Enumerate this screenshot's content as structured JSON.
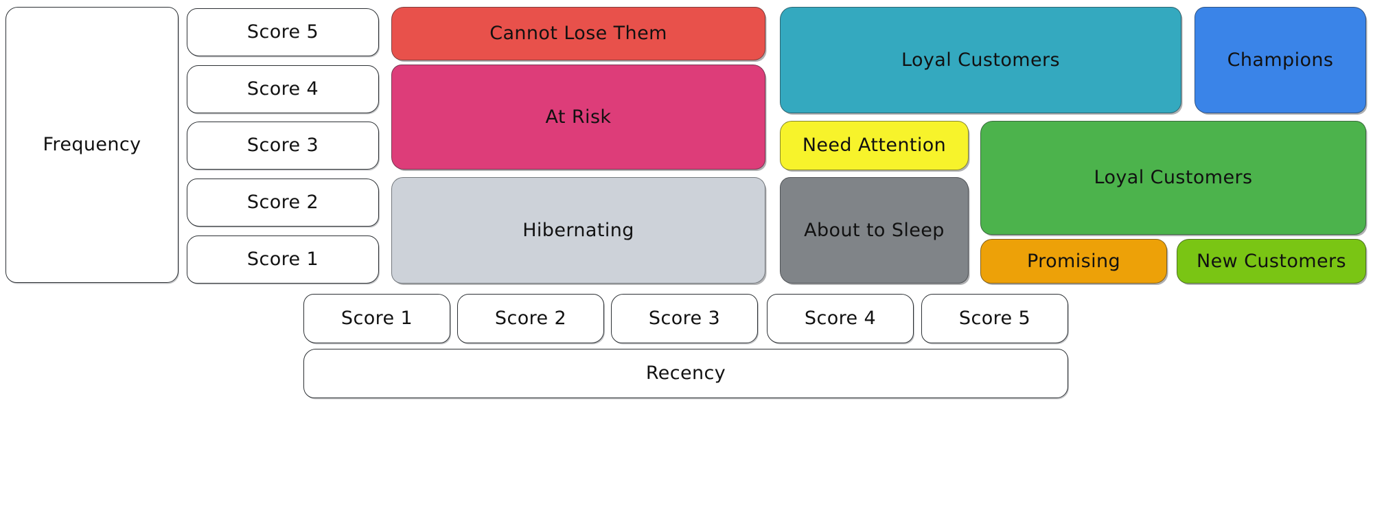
{
  "diagram": {
    "type": "rfm-segmentation-matrix",
    "axes": {
      "y_axis_label": "Frequency",
      "x_axis_label": "Recency",
      "y_scores": [
        "Score 5",
        "Score 4",
        "Score 3",
        "Score 2",
        "Score 1"
      ],
      "x_scores": [
        "Score 1",
        "Score 2",
        "Score 3",
        "Score 4",
        "Score 5"
      ]
    },
    "segments": [
      {
        "name": "Cannot Lose Them",
        "color": "#e8514b",
        "recency_scores": [
          "Score 1",
          "Score 2"
        ],
        "frequency_scores": [
          "Score 5"
        ]
      },
      {
        "name": "At Risk",
        "color": "#dd3d79",
        "recency_scores": [
          "Score 1",
          "Score 2"
        ],
        "frequency_scores": [
          "Score 4",
          "Score 3"
        ]
      },
      {
        "name": "Hibernating",
        "color": "#cdd2d9",
        "recency_scores": [
          "Score 1",
          "Score 2"
        ],
        "frequency_scores": [
          "Score 2",
          "Score 1"
        ]
      },
      {
        "name": "Loyal Customers",
        "color": "#34a9bf",
        "recency_scores": [
          "Score 3",
          "Score 4"
        ],
        "frequency_scores": [
          "Score 5",
          "Score 4"
        ]
      },
      {
        "name": "Champions",
        "color": "#3a84e8",
        "recency_scores": [
          "Score 5"
        ],
        "frequency_scores": [
          "Score 5",
          "Score 4"
        ]
      },
      {
        "name": "Need Attention",
        "color": "#f7f32b",
        "recency_scores": [
          "Score 3"
        ],
        "frequency_scores": [
          "Score 3"
        ]
      },
      {
        "name": "Loyal Customers",
        "color": "#4cb34c",
        "recency_scores": [
          "Score 4",
          "Score 5"
        ],
        "frequency_scores": [
          "Score 3",
          "Score 2"
        ]
      },
      {
        "name": "About to Sleep",
        "color": "#808488",
        "recency_scores": [
          "Score 3"
        ],
        "frequency_scores": [
          "Score 2",
          "Score 1"
        ]
      },
      {
        "name": "Promising",
        "color": "#eda108",
        "recency_scores": [
          "Score 4"
        ],
        "frequency_scores": [
          "Score 1"
        ]
      },
      {
        "name": "New Customers",
        "color": "#7ac514",
        "recency_scores": [
          "Score 5"
        ],
        "frequency_scores": [
          "Score 1"
        ]
      }
    ]
  },
  "frequency_axis": {
    "title": "Frequency",
    "score_5": "Score 5",
    "score_4": "Score 4",
    "score_3": "Score 3",
    "score_2": "Score 2",
    "score_1": "Score 1"
  },
  "recency_axis": {
    "title": "Recency",
    "score_1": "Score 1",
    "score_2": "Score 2",
    "score_3": "Score 3",
    "score_4": "Score 4",
    "score_5": "Score 5"
  },
  "segment_labels": {
    "cannot_lose_them": "Cannot Lose Them",
    "at_risk": "At Risk",
    "hibernating": "Hibernating",
    "loyal_customers_teal": "Loyal Customers",
    "champions": "Champions",
    "need_attention": "Need Attention",
    "loyal_customers_green": "Loyal Customers",
    "about_to_sleep": "About to Sleep",
    "promising": "Promising",
    "new_customers": "New Customers"
  },
  "colors": {
    "cannot_lose_them": "#e8514b",
    "at_risk": "#dd3d79",
    "hibernating": "#cdd2d9",
    "loyal_customers_teal": "#34a9bf",
    "champions": "#3a84e8",
    "need_attention": "#f7f32b",
    "loyal_customers_green": "#4cb34c",
    "about_to_sleep": "#808488",
    "promising": "#eda108",
    "new_customers": "#7ac514",
    "outline": "#2b2f33",
    "background": "#ffffff"
  }
}
